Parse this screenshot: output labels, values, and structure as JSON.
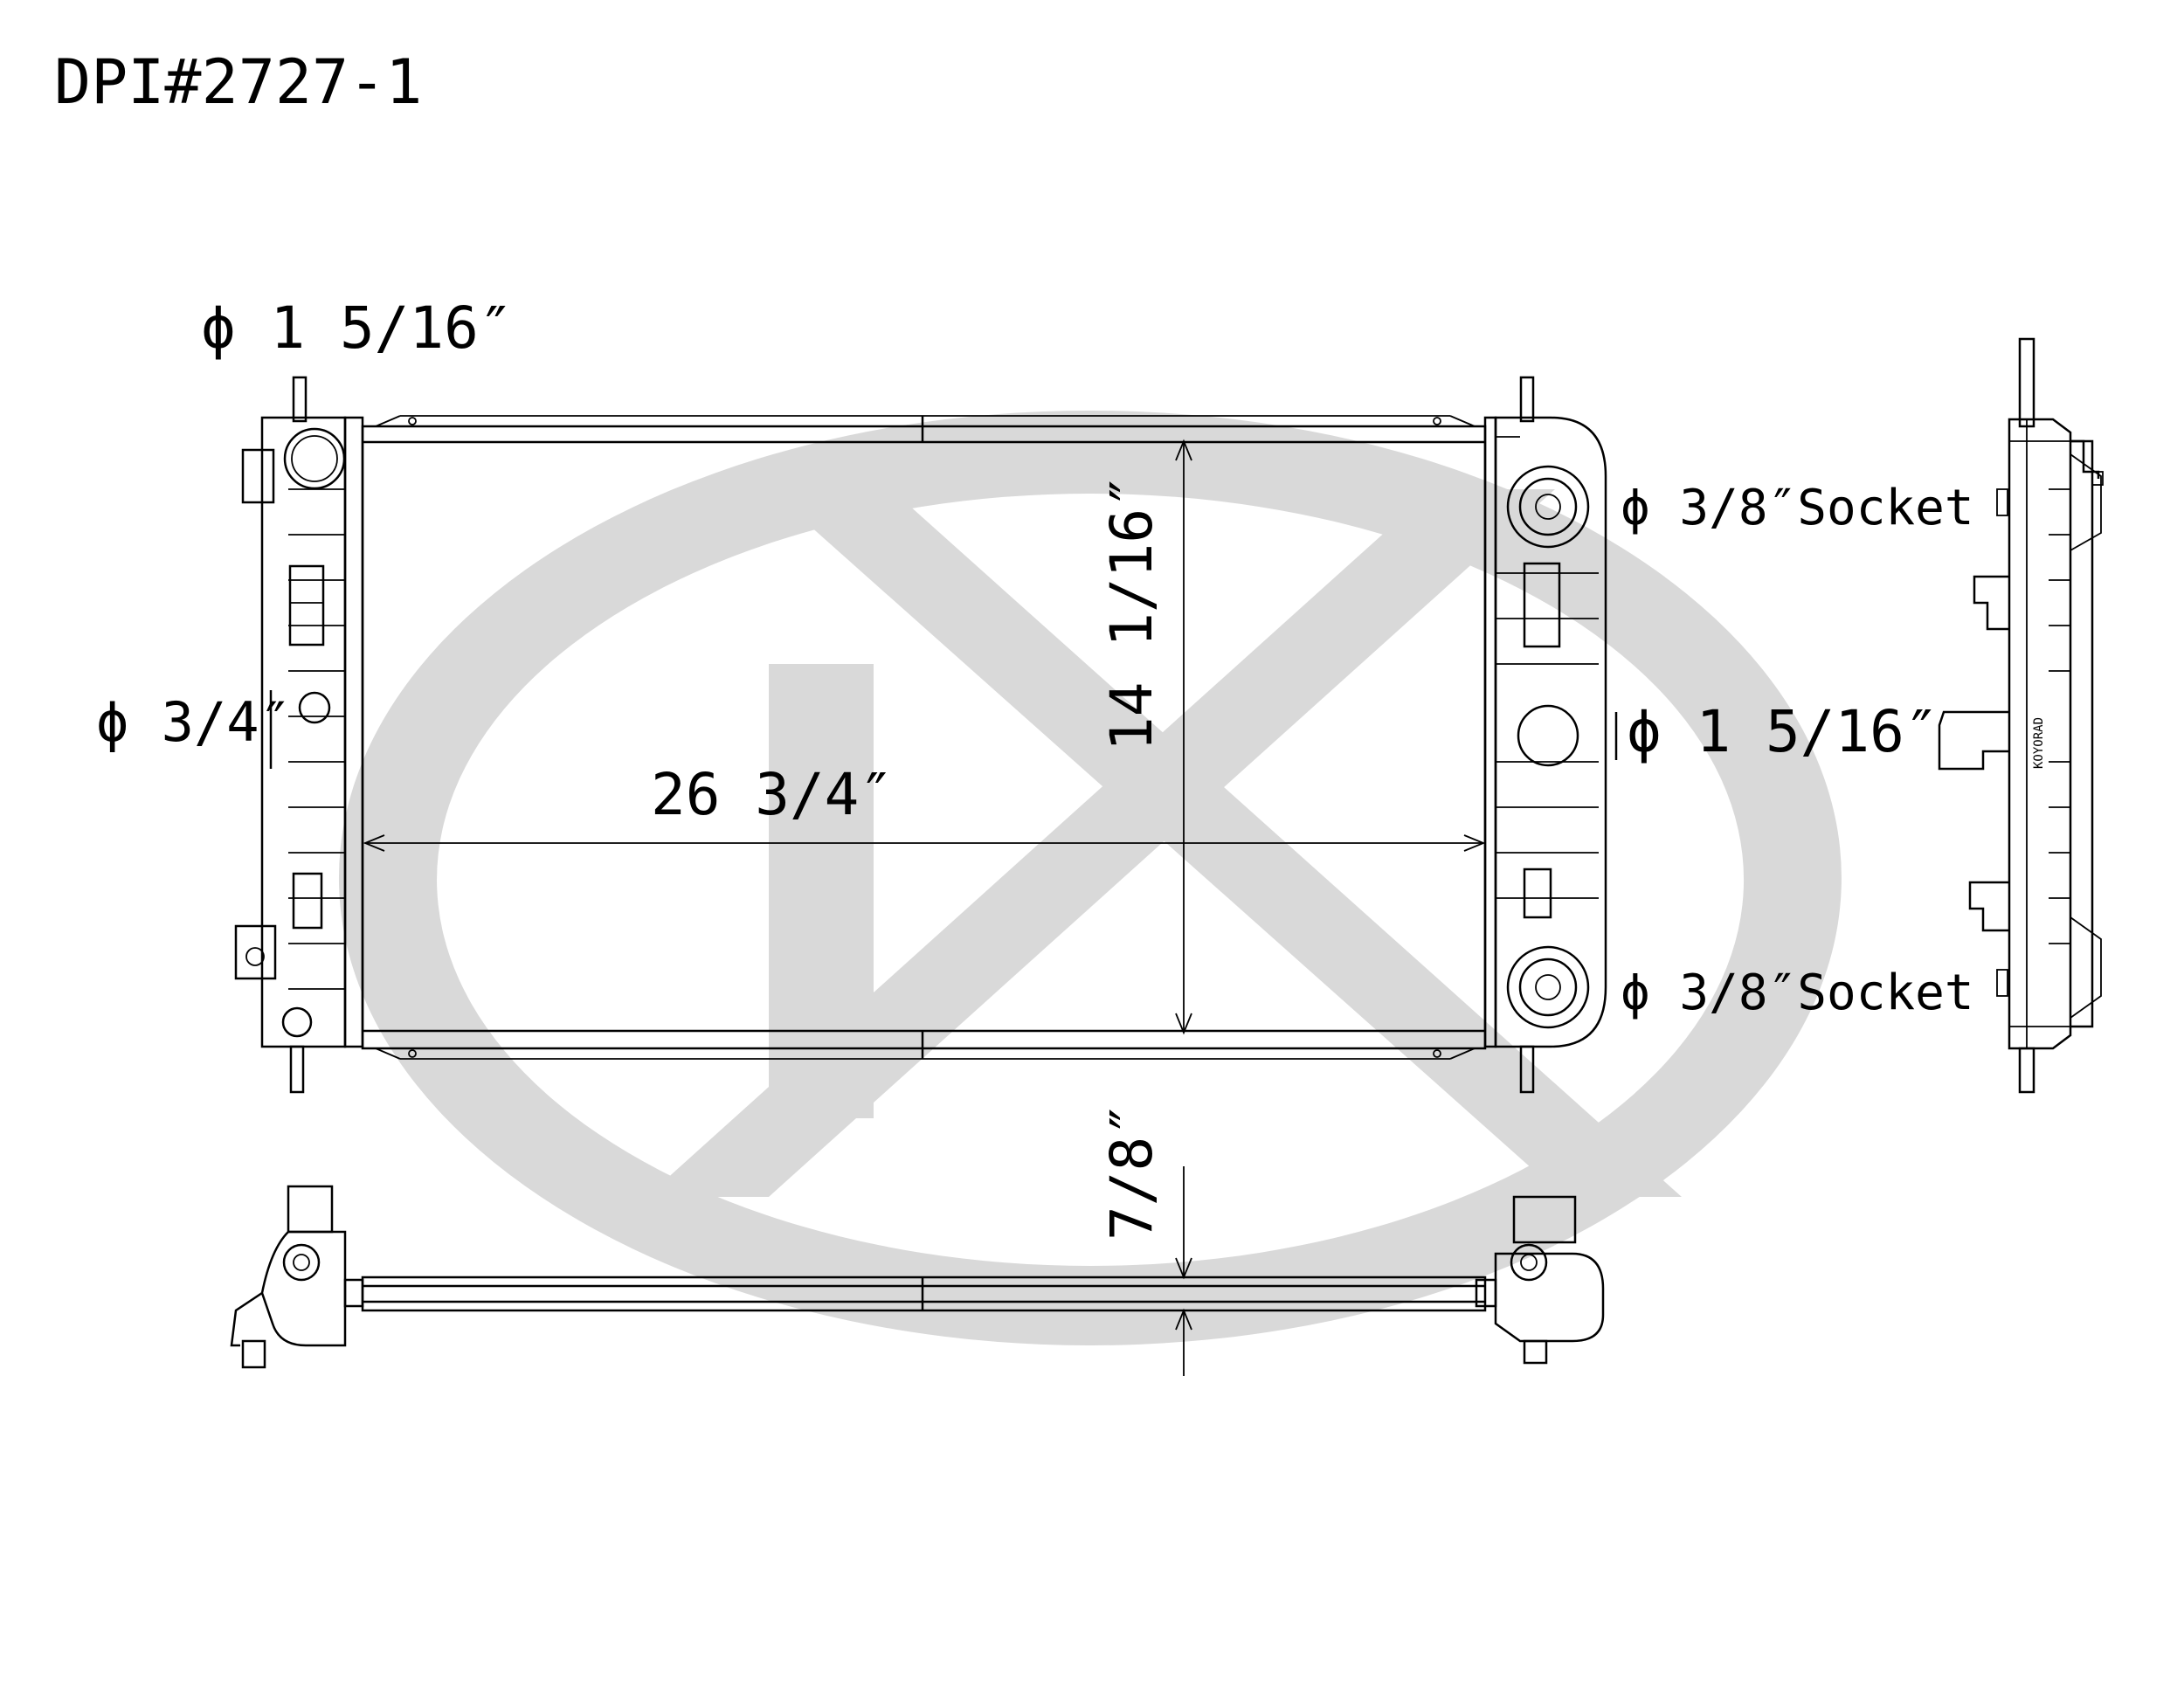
{
  "part_number": "DPI#2727-1",
  "watermark_color": "#d9d9d9",
  "line_color": "#000000",
  "dimensions": {
    "width": "26 3/4″",
    "height": "14 1/16″",
    "core_thickness": "7/8″"
  },
  "callouts": {
    "inlet_left": "ϕ 1 5/16″",
    "port_left_mid": "ϕ 3/4″",
    "socket_top": "ϕ 3/8″Socket",
    "outlet_right": "ϕ 1 5/16″",
    "socket_bottom": "ϕ 3/8″Socket"
  },
  "side_view_brand_text": "KOYORAD"
}
